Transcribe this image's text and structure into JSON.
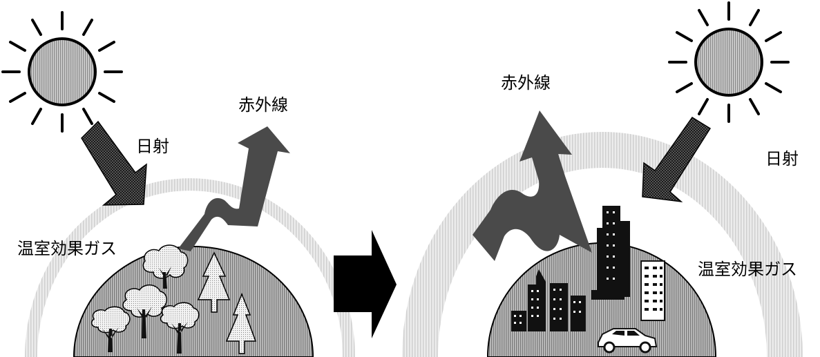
{
  "left_panel": {
    "solar_label": "日射",
    "infrared_label": "赤外線",
    "ghg_label": "温室効果ガス"
  },
  "right_panel": {
    "solar_label": "日射",
    "infrared_label": "赤外線",
    "ghg_label": "温室効果ガス"
  },
  "colors": {
    "earth_fill": "#a8a8a8",
    "sun_fill": "#b0b0b0",
    "atmosphere_band": "#d2d2d2",
    "infrared_arrow": "#4a4a4a",
    "solar_arrow": "#2e2e2e",
    "transition_arrow": "#000000"
  },
  "icons": [
    "sun-icon",
    "tree-icon",
    "conifer-icon",
    "building-icon",
    "car-icon",
    "transition-arrow-icon"
  ]
}
